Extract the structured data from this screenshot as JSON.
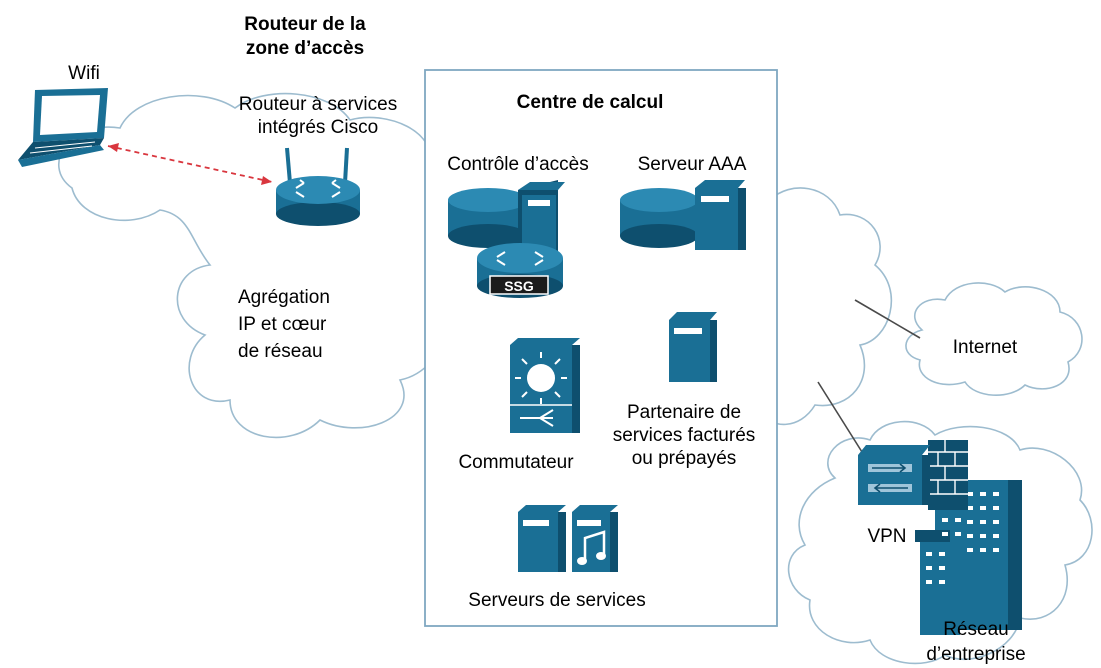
{
  "labels": {
    "edge_router_title_line1": "Routeur de la",
    "edge_router_title_line2": "zone d’accès",
    "wifi": "Wifi",
    "isr_line1": "Routeur à services",
    "isr_line2": "intégrés Cisco",
    "aggregation_line1": "Agrégation",
    "aggregation_line2": "IP et cœur",
    "aggregation_line3": "de réseau",
    "datacenter_title": "Centre de calcul",
    "access_control": "Contrôle d’accès",
    "aaa_server": "Serveur AAA",
    "ssg_badge": "SSG",
    "switch": "Commutateur",
    "partner_line1": "Partenaire de",
    "partner_line2": "services facturés",
    "partner_line3": "ou prépayés",
    "service_servers": "Serveurs de services",
    "internet": "Internet",
    "vpn": "VPN",
    "enterprise_line1": "Réseau",
    "enterprise_line2": "d’entreprise"
  },
  "colors": {
    "device_blue": "#1a6f95",
    "device_dark": "#0e4f6e",
    "cloud_stroke": "#9dbccf",
    "wireless_link": "#d9363e",
    "box_stroke": "#7fa7c1"
  }
}
